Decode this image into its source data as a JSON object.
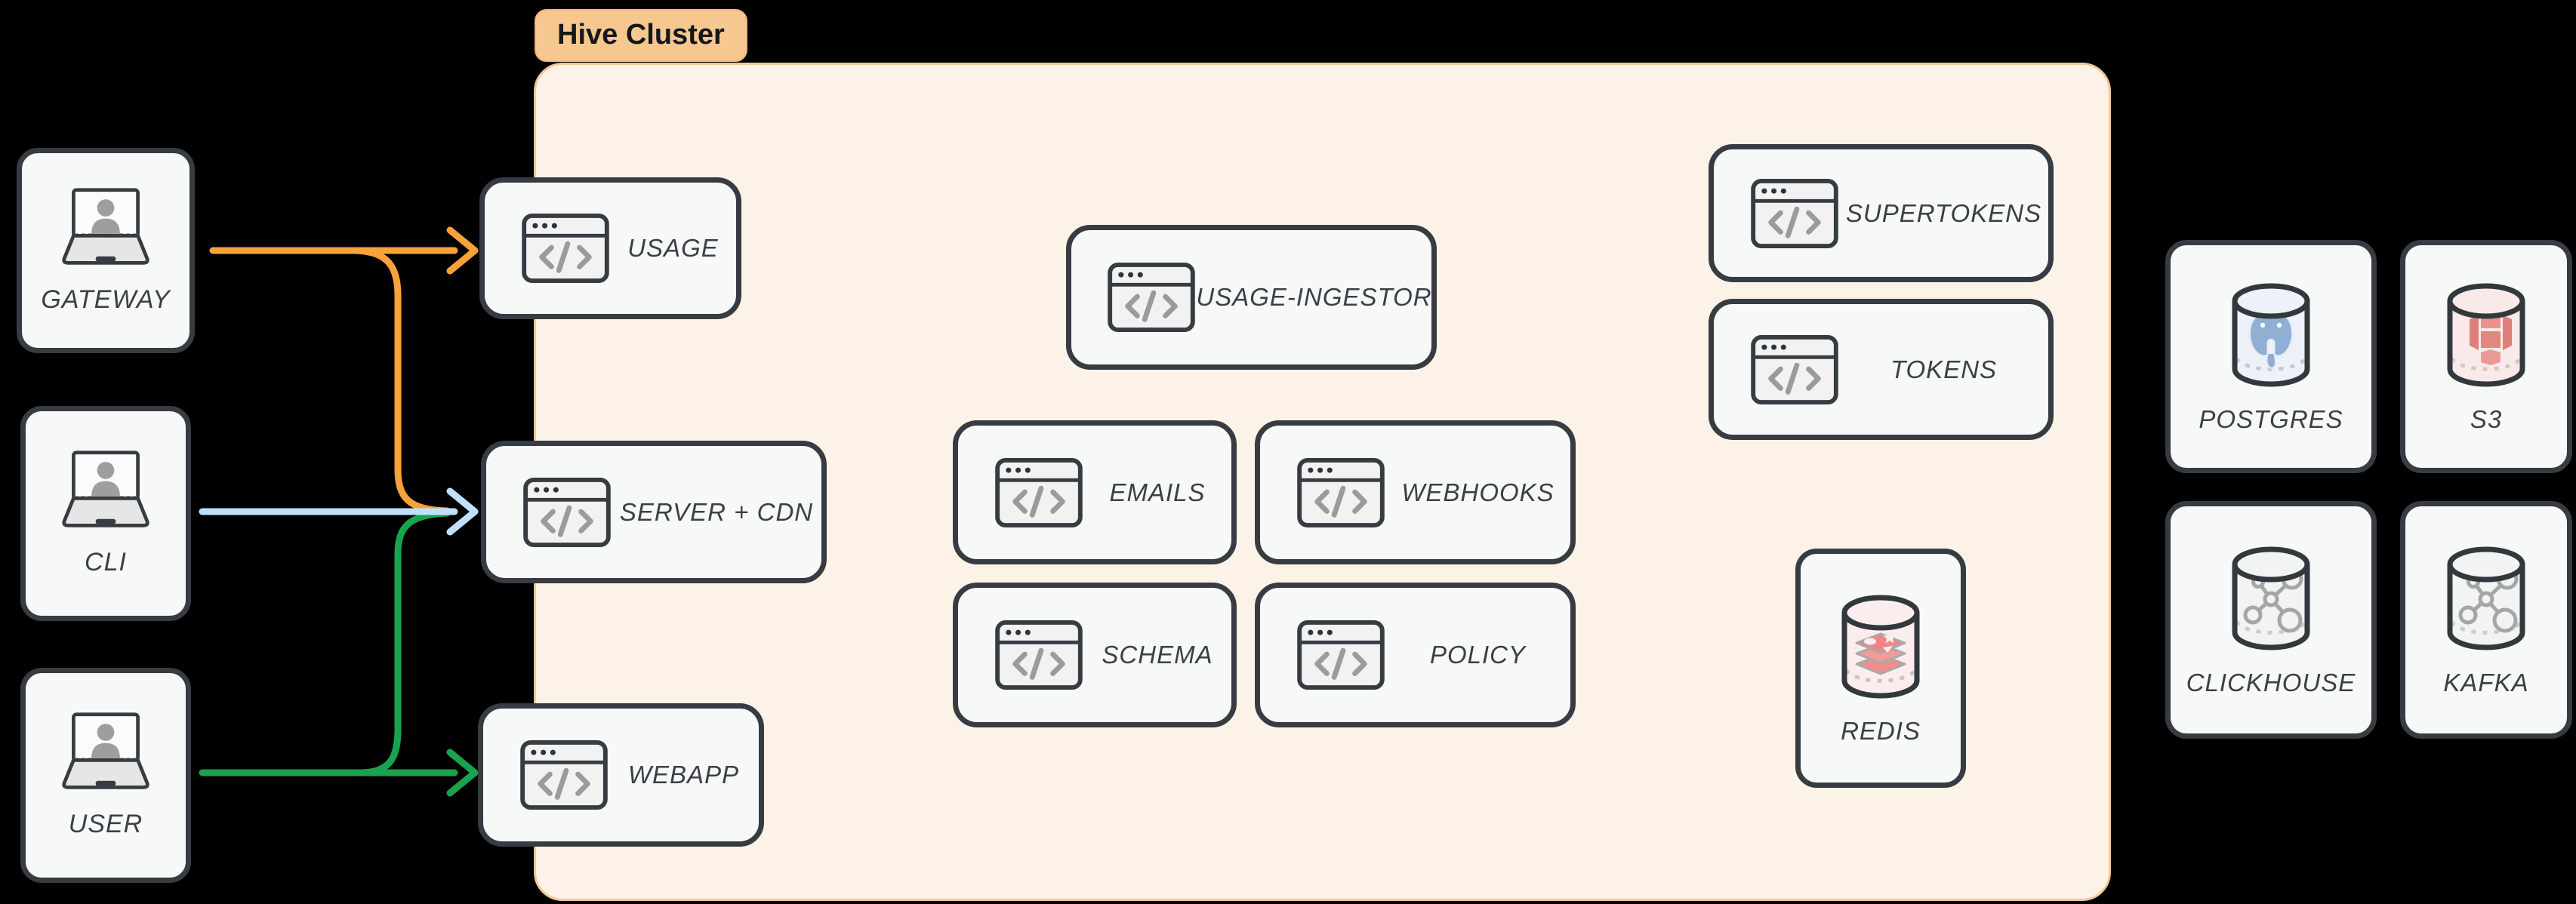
{
  "cluster": {
    "label": "Hive Cluster"
  },
  "nodes": {
    "gateway": {
      "label": "GATEWAY",
      "type": "client"
    },
    "cli": {
      "label": "CLI",
      "type": "client"
    },
    "user": {
      "label": "USER",
      "type": "client"
    },
    "usage": {
      "label": "USAGE",
      "type": "service"
    },
    "server_cdn": {
      "label": "SERVER + CDN",
      "type": "service"
    },
    "webapp": {
      "label": "WEBAPP",
      "type": "service"
    },
    "usage_ingestor": {
      "label": "USAGE-INGESTOR",
      "type": "service"
    },
    "emails": {
      "label": "EMAILS",
      "type": "service"
    },
    "webhooks": {
      "label": "WEBHOOKS",
      "type": "service"
    },
    "schema": {
      "label": "SCHEMA",
      "type": "service"
    },
    "policy": {
      "label": "POLICY",
      "type": "service"
    },
    "supertokens": {
      "label": "SUPERTOKENS",
      "type": "service"
    },
    "tokens": {
      "label": "TOKENS",
      "type": "service"
    },
    "redis": {
      "label": "REDIS",
      "type": "database"
    },
    "postgres": {
      "label": "POSTGRES",
      "type": "database"
    },
    "s3": {
      "label": "S3",
      "type": "database"
    },
    "clickhouse": {
      "label": "CLICKHOUSE",
      "type": "database"
    },
    "kafka": {
      "label": "KAFKA",
      "type": "database"
    }
  },
  "edges": [
    {
      "from": "gateway",
      "to": "usage",
      "color_key": "orange"
    },
    {
      "from": "gateway",
      "to": "server_cdn",
      "color_key": "orange"
    },
    {
      "from": "cli",
      "to": "server_cdn",
      "color_key": "blue"
    },
    {
      "from": "user",
      "to": "server_cdn",
      "color_key": "green"
    },
    {
      "from": "user",
      "to": "webapp",
      "color_key": "green"
    }
  ],
  "colors": {
    "orange": "#F9A13A",
    "blue": "#BFE0FB",
    "green": "#19A34E",
    "node_border": "#363C41",
    "node_fill": "#F7F9F9",
    "cluster_fill": "#FDF2E8",
    "cluster_border": "#F3C795",
    "tag_fill": "#F6C88F",
    "label_text": "#3A4045",
    "icon_gray": "#9B9B9B",
    "postgres_blue": "#8FAFD4",
    "redis_red": "#EE8686",
    "s3_red": "#E0837D"
  }
}
